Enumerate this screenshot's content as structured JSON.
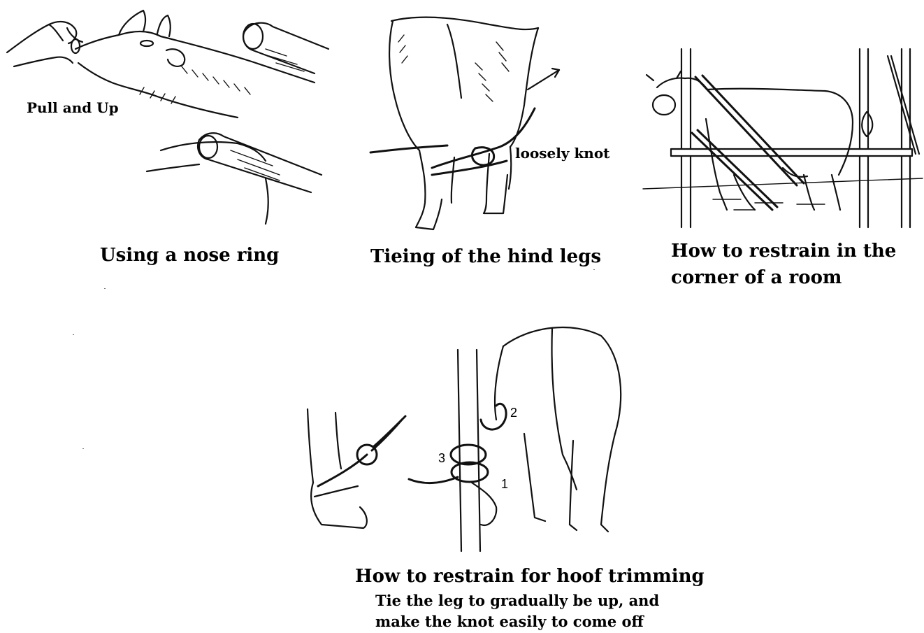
{
  "panels": {
    "nose_ring": {
      "caption": "Using a nose ring",
      "label": "Pull and Up"
    },
    "hind_legs": {
      "caption": "Tieing of the hind legs",
      "label": "loosely knot"
    },
    "corner": {
      "caption_line1": "How to restrain in the",
      "caption_line2": "corner of a room"
    },
    "hoof": {
      "caption": "How to restrain for hoof trimming",
      "sub_line1": "Tie the leg to gradually be up, and",
      "sub_line2": "make the knot easily to come off",
      "step_numbers": [
        "1",
        "2",
        "3"
      ]
    }
  }
}
